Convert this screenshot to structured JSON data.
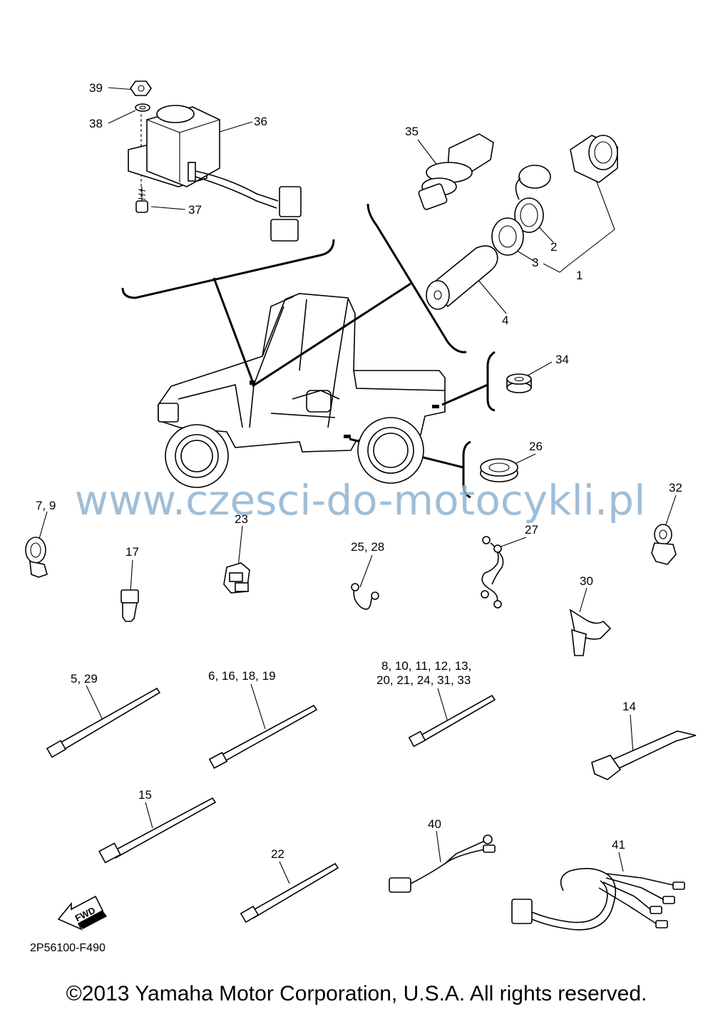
{
  "watermark": "www.czesci-do-motocykli.pl",
  "diagram_code": "2P56100-F490",
  "copyright": "©2013 Yamaha Motor Corporation, U.S.A. All rights reserved.",
  "fwd_label": "FWD",
  "callouts": {
    "c39": "39",
    "c38": "38",
    "c36": "36",
    "c37": "37",
    "c35": "35",
    "c2": "2",
    "c3": "3",
    "c1": "1",
    "c4": "4",
    "c34": "34",
    "c26": "26",
    "c79": "7, 9",
    "c23": "23",
    "c17": "17",
    "c2528": "25, 28",
    "c27": "27",
    "c32": "32",
    "c30": "30",
    "c529": "5, 29",
    "c6161819": "6, 16, 18, 19",
    "c8line1": "8, 10, 11, 12, 13,",
    "c8line2": "20, 21, 24, 31, 33",
    "c14": "14",
    "c15": "15",
    "c22": "22",
    "c40": "40",
    "c41": "41"
  }
}
